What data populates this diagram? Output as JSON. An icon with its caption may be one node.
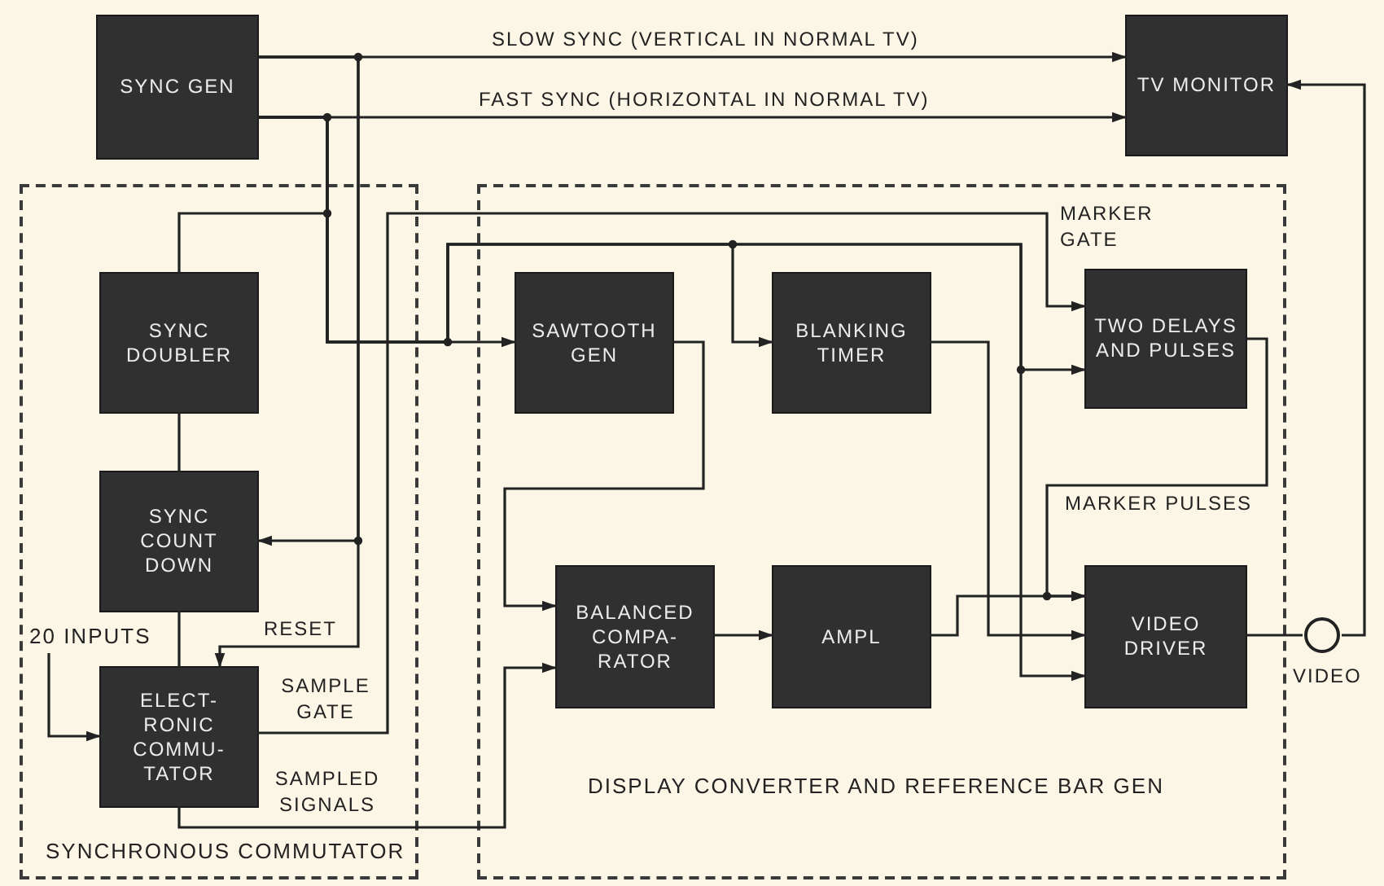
{
  "diagram": {
    "nodes": [
      {
        "text": [
          "SYNC GEN"
        ]
      },
      {
        "text": [
          "TV MONITOR"
        ]
      },
      {
        "text": [
          "SYNCHRONOUS COMMUTATOR"
        ]
      },
      {
        "text": [
          "DISPLAY CONVERTER AND REFERENCE BAR GEN"
        ]
      },
      {
        "text": [
          "SYNC DOUBLER"
        ],
        "in": 2
      },
      {
        "text": [
          "SYNC COUNT DOWN"
        ],
        "in": 2
      },
      {
        "text": [
          "ELECT- RONIC COMMU- TATOR"
        ],
        "in": 2
      },
      {
        "text": [
          "SAWTOOTH GEN"
        ],
        "in": 3
      },
      {
        "text": [
          "BLANKING TIMER"
        ],
        "in": 3
      },
      {
        "text": [
          "TWO DELAYS AND PULSES"
        ],
        "in": 3
      },
      {
        "text": [
          "BALANCED COMPA- RATOR"
        ],
        "in": 3
      },
      {
        "text": [
          "AMPL"
        ],
        "in": 3
      },
      {
        "text": [
          "VIDEO DRIVER"
        ],
        "in": 3
      },
      {
        "text": [],
        "shape": "circle",
        "beside": [
          "VIDEO"
        ]
      },
      {
        "text": [
          "20 INPUTS"
        ],
        "in": 2
      }
    ],
    "edges": [
      {
        "from": 0,
        "to": 1,
        "arrow": "to",
        "label": "SLOW SYNC (VERTICAL IN NORMAL TV)"
      },
      {
        "from": 0,
        "to": 1,
        "arrow": "to",
        "label": "FAST SYNC (HORIZONTAL IN NORMAL TV)"
      },
      {
        "from": 0,
        "to": 4,
        "arrow": "none"
      },
      {
        "from": 0,
        "to": 5,
        "arrow": "to"
      },
      {
        "from": 0,
        "to": 6,
        "arrow": "to",
        "label": "RESET"
      },
      {
        "from": 0,
        "to": 7,
        "arrow": "to"
      },
      {
        "from": 0,
        "to": 8,
        "arrow": "to"
      },
      {
        "from": 0,
        "to": 9,
        "arrow": "to"
      },
      {
        "from": 0,
        "to": 12,
        "arrow": "to"
      },
      {
        "from": 4,
        "to": 5,
        "arrow": "none"
      },
      {
        "from": 5,
        "to": 6,
        "arrow": "none"
      },
      {
        "from": 14,
        "to": 6,
        "arrow": "to"
      },
      {
        "from": 6,
        "to": 9,
        "arrow": "to",
        "label": "SAMPLE GATE"
      },
      {
        "from": 6,
        "to": 10,
        "arrow": "to",
        "label": "SAMPLED SIGNALS"
      },
      {
        "from": 7,
        "to": 10,
        "arrow": "to"
      },
      {
        "from": 10,
        "to": 11,
        "arrow": "to"
      },
      {
        "from": 11,
        "to": 12,
        "arrow": "to"
      },
      {
        "from": 8,
        "to": 12,
        "arrow": "to"
      },
      {
        "from": 9,
        "to": 12,
        "arrow": "to",
        "label": "MARKER PULSES"
      },
      {
        "from": 12,
        "to": 13,
        "arrow": "none"
      },
      {
        "from": 13,
        "to": 1,
        "arrow": "to"
      }
    ],
    "labels": [
      "MARKER GATE"
    ]
  }
}
